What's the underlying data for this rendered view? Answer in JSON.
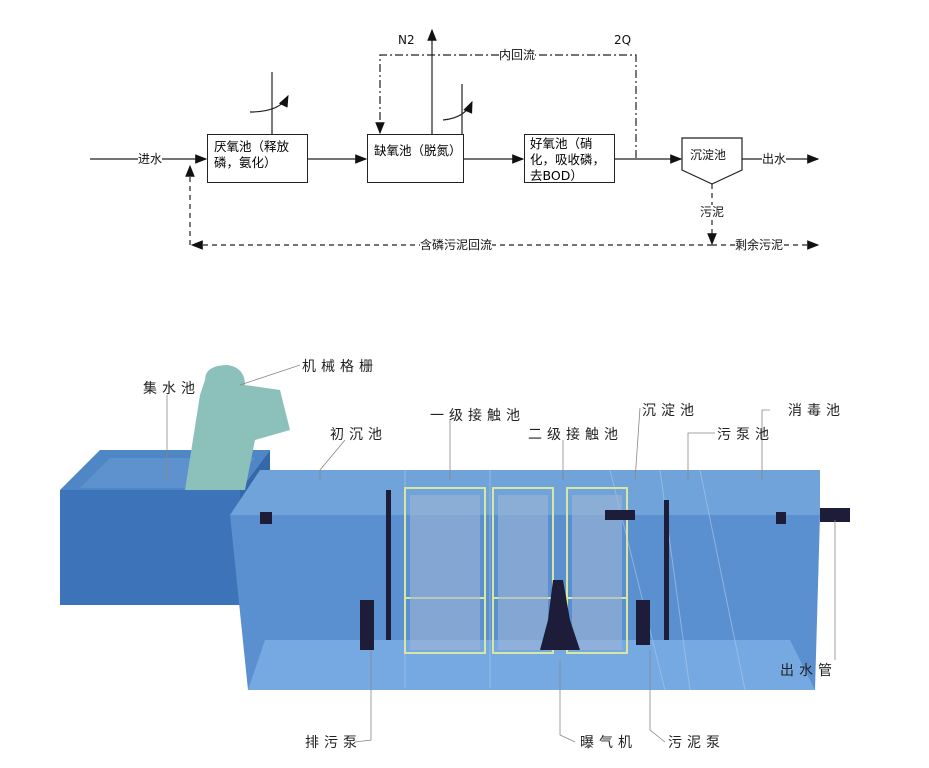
{
  "flow": {
    "inlet": "进水",
    "anaerobic": "厌氧池（释放磷，氨化）",
    "anoxic": "缺氧池（脱氮）",
    "aerobic": "好氧池（硝化，吸收磷，去BOD）",
    "clarifier": "沉淀池",
    "outlet": "出水",
    "n2": "N2",
    "q2": "2Q",
    "internal_recycle": "内回流",
    "sludge": "污泥",
    "p_sludge_return": "含磷污泥回流",
    "excess_sludge": "剩余污泥"
  },
  "plant": {
    "collection_tank": "集水池",
    "screen": "机械格栅",
    "primary_settling": "初沉池",
    "contact_1": "一级接触池",
    "contact_2": "二级接触池",
    "settling": "沉淀池",
    "sludge_pump_tank": "污泵池",
    "disinfection": "消毒池",
    "outlet_pipe": "出水管",
    "drain_pump": "排污泵",
    "aerator": "曝气机",
    "sludge_pump": "污泥泵"
  }
}
